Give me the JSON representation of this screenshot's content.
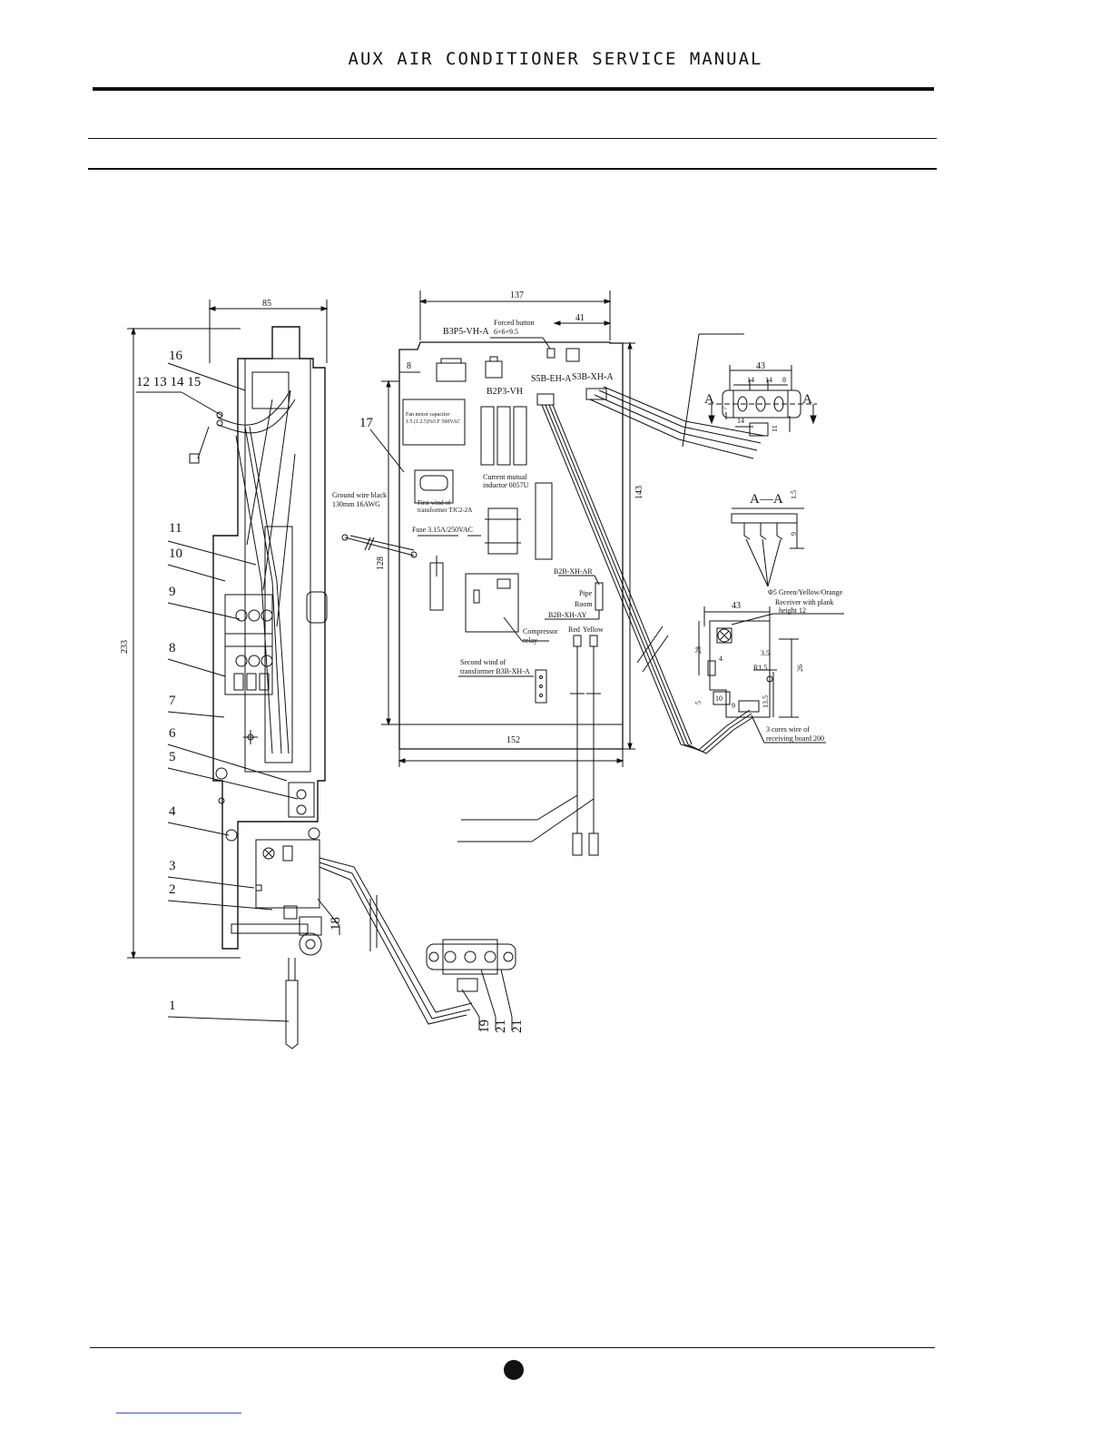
{
  "header": {
    "title": "AUX AIR CONDITIONER SERVICE MANUAL"
  },
  "dimensions": {
    "d85": "85",
    "d233": "233",
    "d137": "137",
    "d41": "41",
    "d8": "8",
    "d143": "143",
    "d128": "128",
    "d152": "152",
    "d43a": "43",
    "d14a": "14",
    "d14b": "14",
    "d8b": "8",
    "d7": "7",
    "d14c": "14",
    "d11": "11",
    "d15": "1.5",
    "d9": "9",
    "d43b": "43",
    "d28": "28",
    "d4": "4",
    "d35": "3.5",
    "dR15": "R1.5",
    "d26": "26",
    "d5": "5",
    "d10": "10",
    "d9b": "9",
    "d135": "13.5"
  },
  "callouts": {
    "c1": "1",
    "c2": "2",
    "c3": "3",
    "c4": "4",
    "c5": "5",
    "c6": "6",
    "c7": "7",
    "c8": "8",
    "c9": "9",
    "c10": "10",
    "c11": "11",
    "c12_15": "12 13 14 15",
    "c16": "16",
    "c17": "17",
    "c18": "18",
    "c19": "19",
    "c21a": "21",
    "c21b": "21"
  },
  "labels": {
    "b3p5": "B3P5-VH-A",
    "forced": "Forced button",
    "forced_size": "6×6×9.5",
    "s5b": "S5B-EH-A",
    "s3b": "S3B-XH-A",
    "b2p3": "B2P3-VH",
    "fan_cap1": "Fan motor capacitor",
    "fan_cap2": "1.5 (1.2.5)%5 F 500VAC",
    "current1": "Current mutual",
    "current2": "inductor 0057U",
    "first1": "First wind of",
    "first2": "transformer TJC2-2A",
    "ground1": "Ground wire black",
    "ground2": "130mm 16AWG",
    "fuse": "Fuse 3.15A/250VAC",
    "b2b_ar": "B2B-XH-AR",
    "pipe": "Pipe",
    "room": "Room",
    "b2b_ay": "B2B-XH-AY",
    "compressor1": "Compressor",
    "compressor2": "relay",
    "red": "Red",
    "yellow": "Yellow",
    "second1": "Second wind of",
    "second2": "transformer B3B-XH-A",
    "section": "A—A",
    "secA1": "A",
    "secA2": "A",
    "phi": "Φ5 Green/Yellow/Orange",
    "receiver1": "Receiver with plank",
    "receiver2": "height 12",
    "cores1": "3 cores wire of",
    "cores2": "receiving board 200"
  }
}
